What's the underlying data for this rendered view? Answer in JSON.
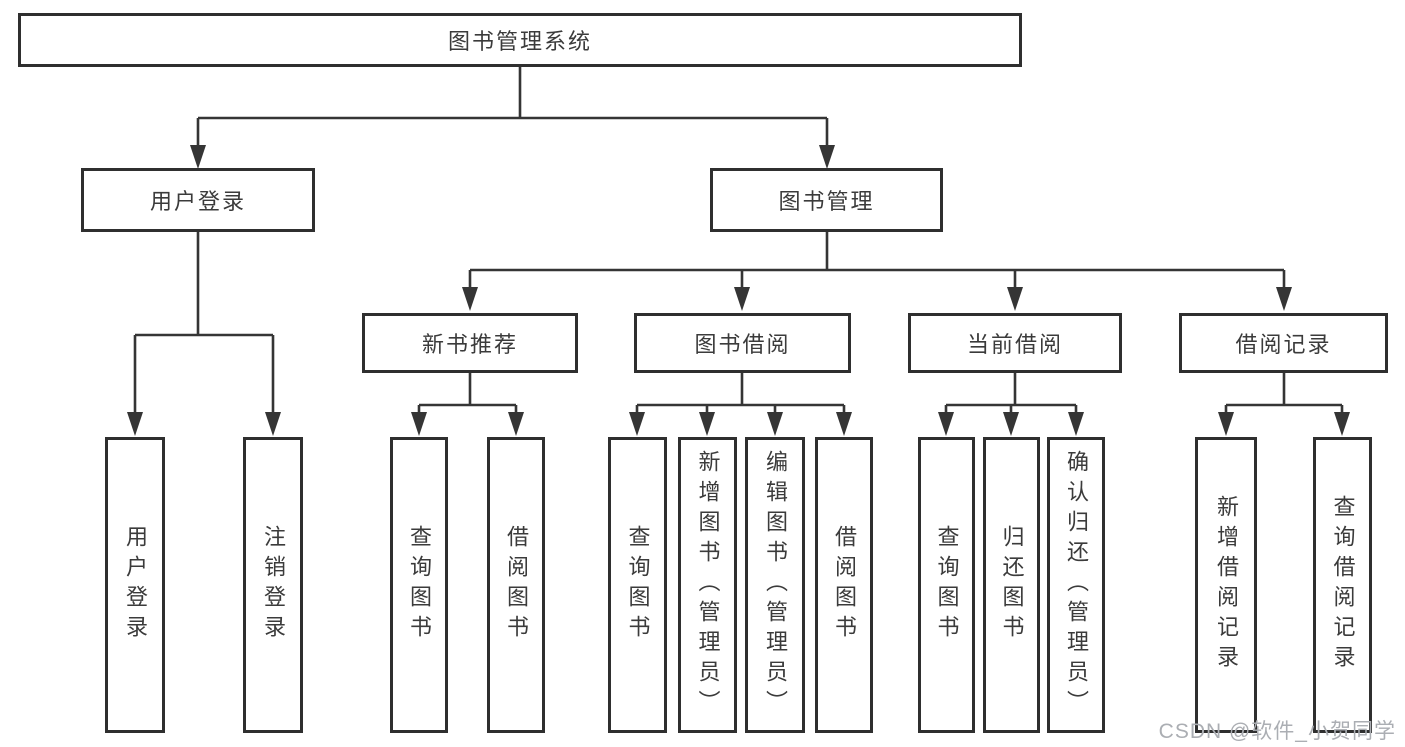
{
  "tree": {
    "root": {
      "label": "图书管理系统"
    },
    "children": [
      {
        "label": "用户登录",
        "children": [
          {
            "label": "用户登录"
          },
          {
            "label": "注销登录"
          }
        ]
      },
      {
        "label": "图书管理",
        "children": [
          {
            "label": "新书推荐",
            "children": [
              {
                "label": "查询图书"
              },
              {
                "label": "借阅图书"
              }
            ]
          },
          {
            "label": "图书借阅",
            "children": [
              {
                "label": "查询图书"
              },
              {
                "label": "新增图书（管理员）"
              },
              {
                "label": "编辑图书（管理员）"
              },
              {
                "label": "借阅图书"
              }
            ]
          },
          {
            "label": "当前借阅",
            "children": [
              {
                "label": "查询图书"
              },
              {
                "label": "归还图书"
              },
              {
                "label": "确认归还（管理员）"
              }
            ]
          },
          {
            "label": "借阅记录",
            "children": [
              {
                "label": "新增借阅记录"
              },
              {
                "label": "查询借阅记录"
              }
            ]
          }
        ]
      }
    ]
  },
  "watermark": {
    "text": "CSDN @软件_小贺同学"
  },
  "colors": {
    "line": "#353535",
    "box_border": "#2f2f2f",
    "text": "#3b3b3b",
    "watermark": "#abaeb3",
    "background": "#ffffff"
  }
}
